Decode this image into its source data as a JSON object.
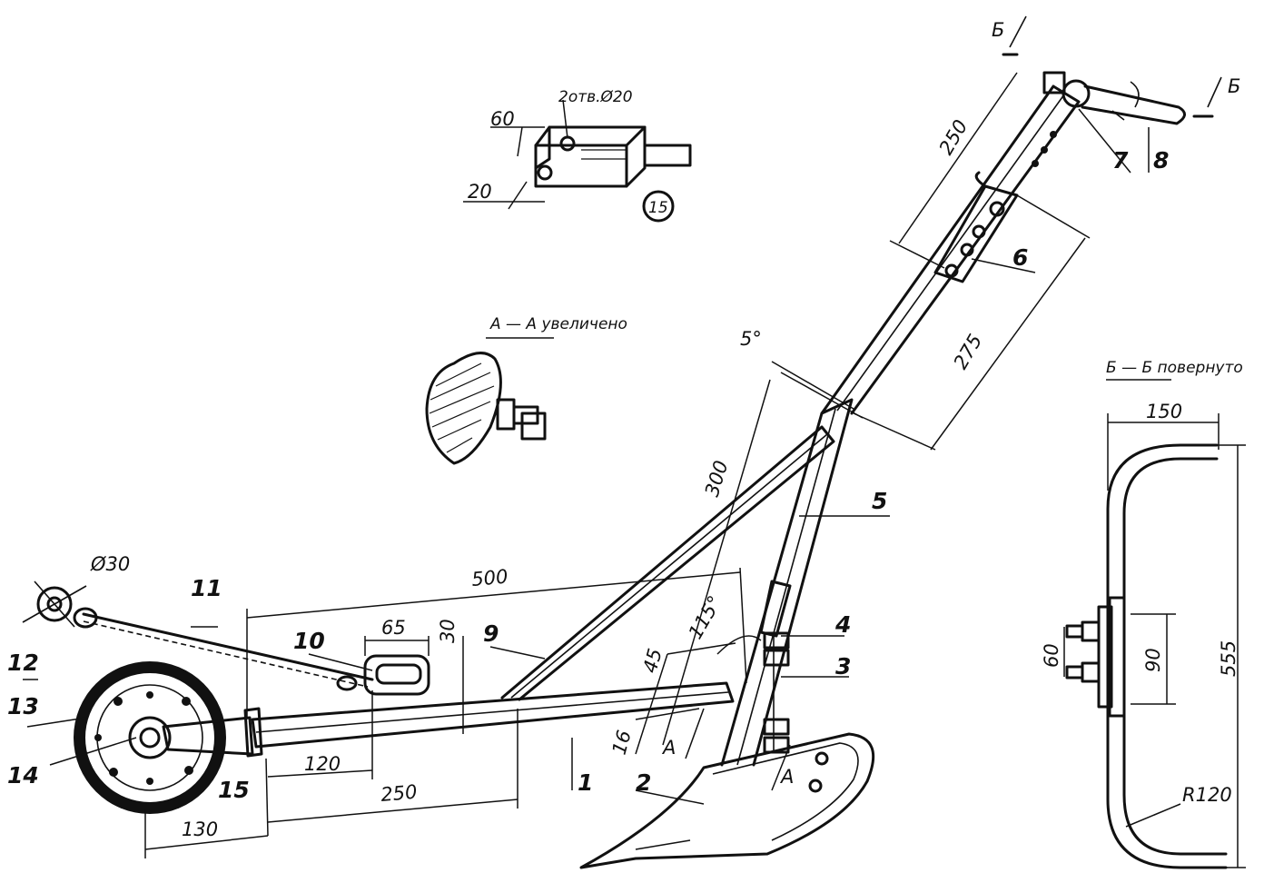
{
  "parts": [
    "1",
    "2",
    "3",
    "4",
    "5",
    "6",
    "7",
    "8",
    "9",
    "10",
    "11",
    "12",
    "13",
    "14",
    "15"
  ],
  "dimensions": {
    "handle_to_grip": "250",
    "handle_to_bend": "275",
    "bend_angle": "5°",
    "strut_length": "300",
    "beam_length": "500",
    "shank_angle": "115°",
    "shank_offset_45": "45",
    "shank_offset_16": "16",
    "slot_length": "65",
    "slot_width": "30",
    "beam_front_120": "120",
    "beam_front_250": "250",
    "wheel_offset": "130",
    "eye_diameter": "Ø30",
    "bracket_60": "60",
    "bracket_20": "20",
    "bracket_holes": "2отв.Ø20",
    "handle_width": "150",
    "handle_height": "555",
    "handle_radius": "R120",
    "clamp_60": "60",
    "clamp_90": "90"
  },
  "section_marks": {
    "a_section_title": "А — А увеличено",
    "b_section_title": "Б — Б повернуто",
    "a_mark": "А",
    "b_mark": "Б",
    "detail_15": "15"
  }
}
